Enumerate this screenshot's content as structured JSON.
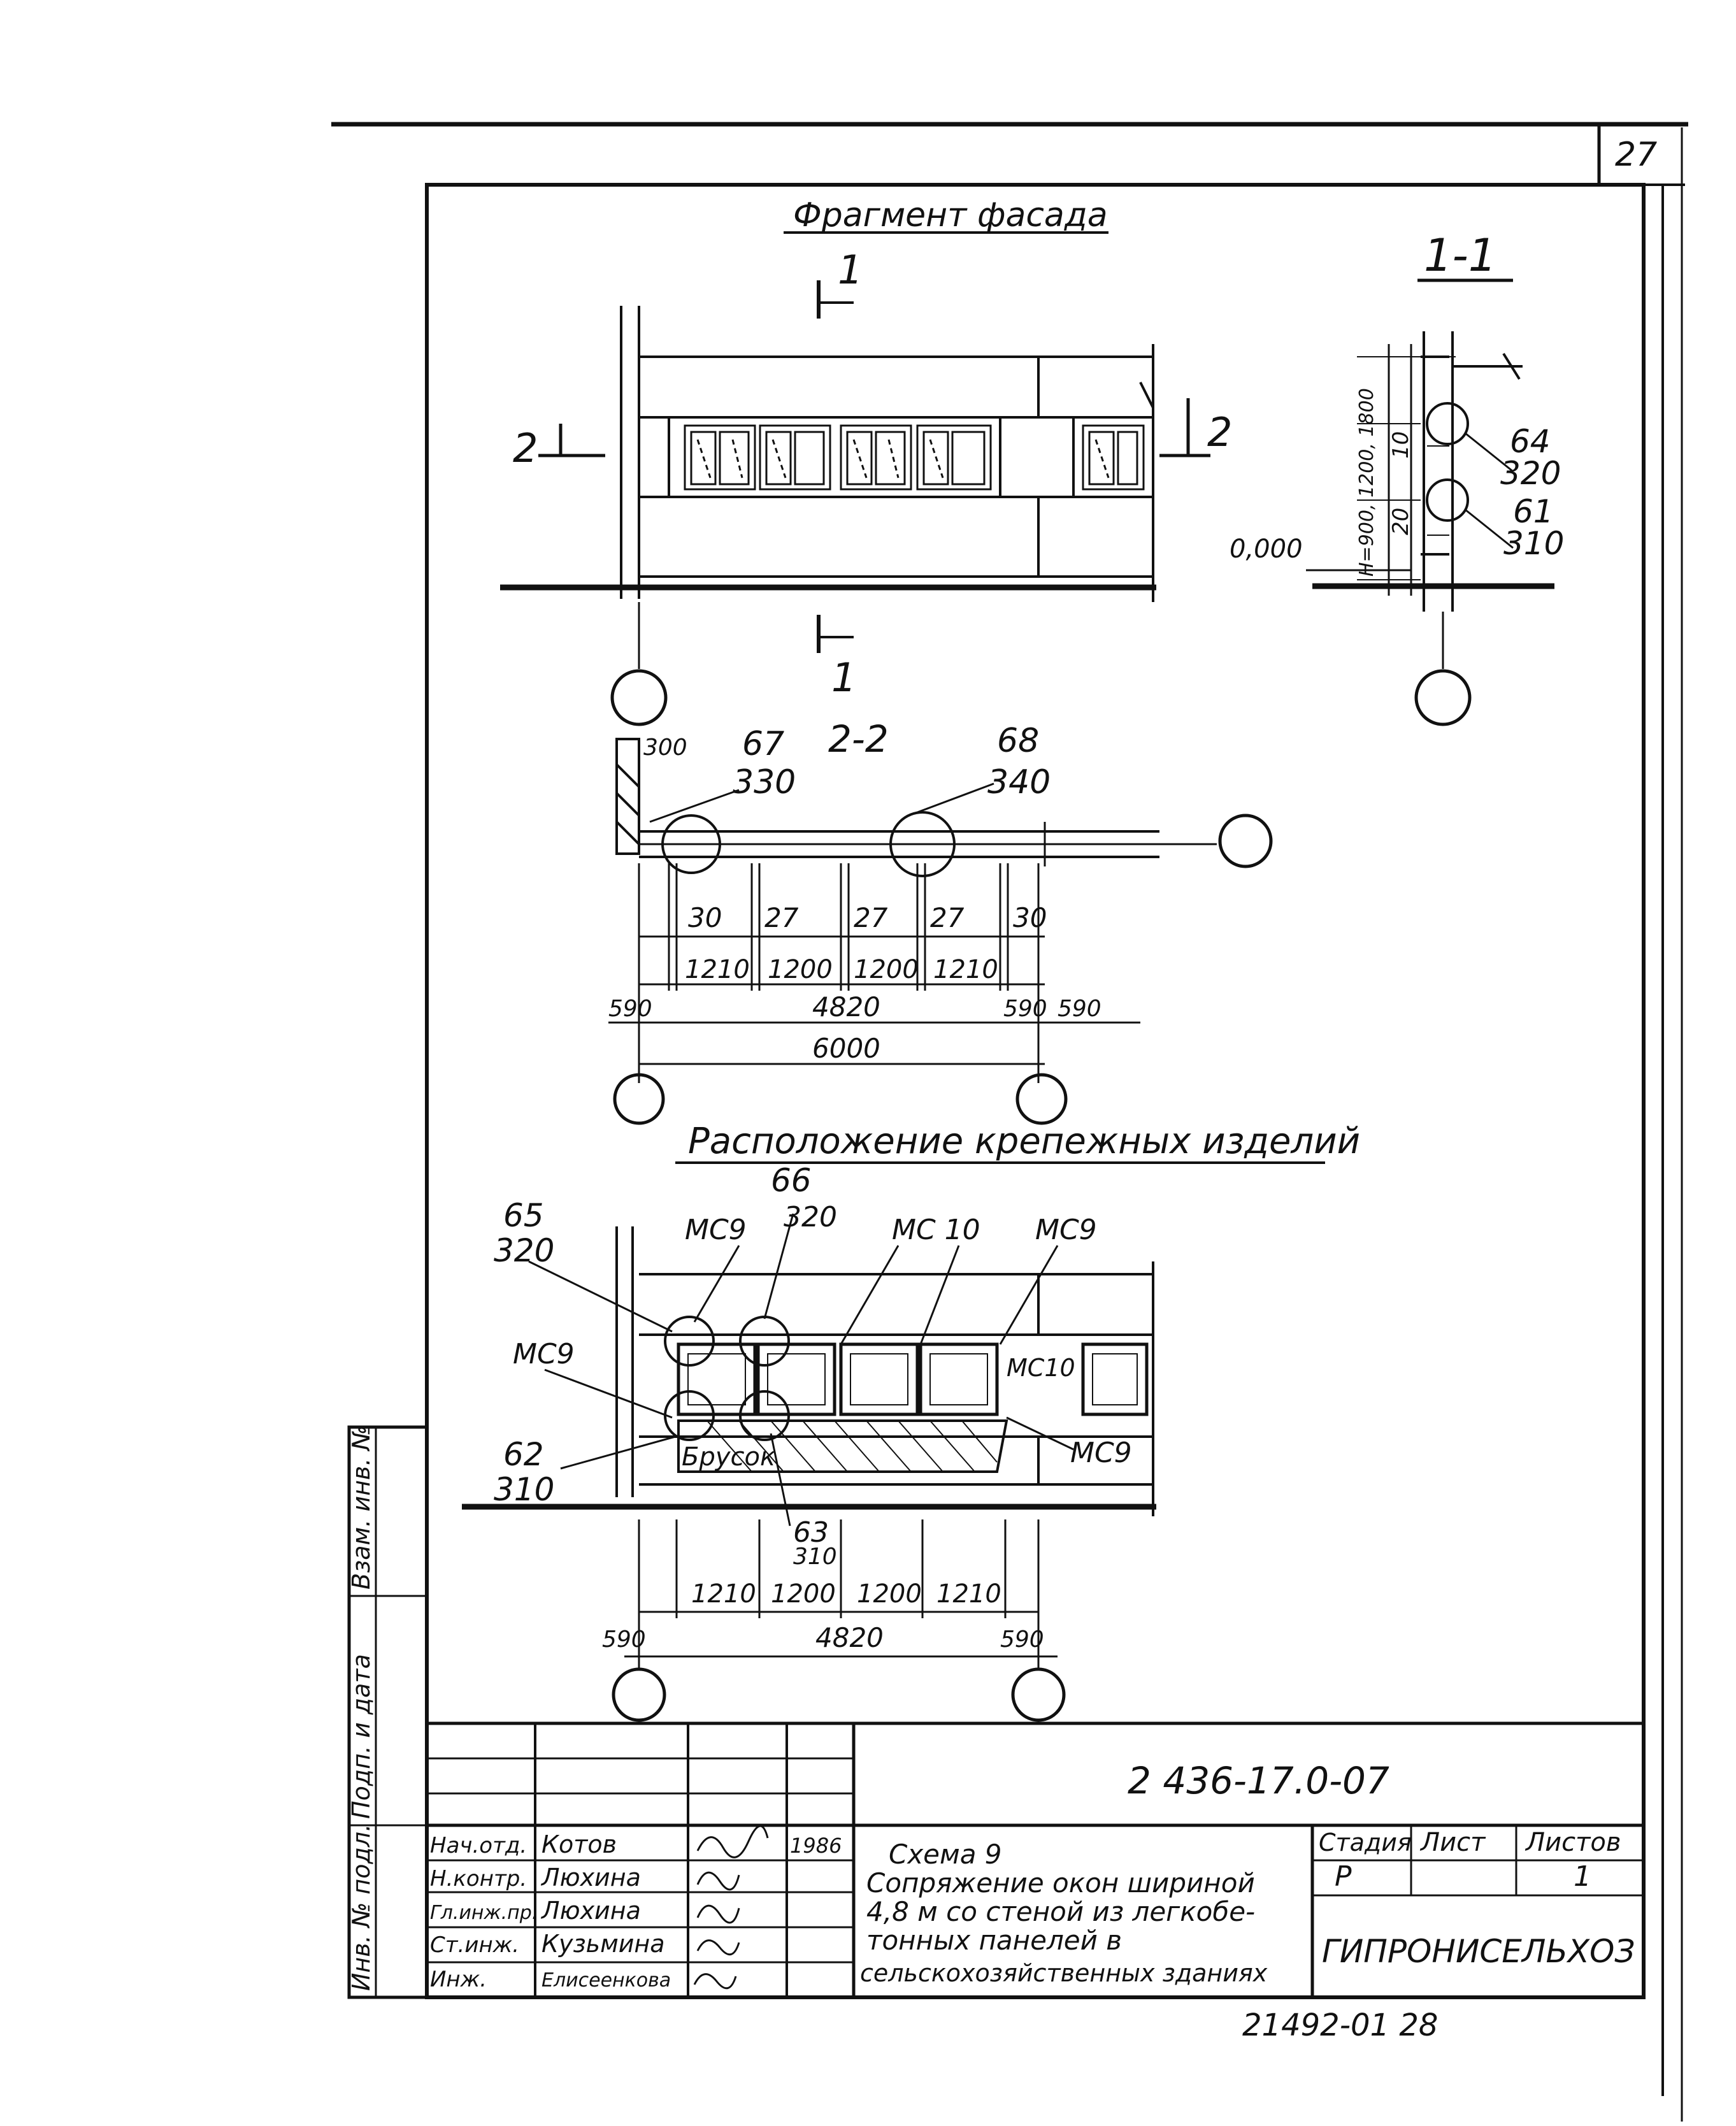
{
  "sheet": {
    "page_number": "27",
    "doc_code": "2 436-17.0-07",
    "archive_number": "21492-01 28",
    "organization": "ГИПРОНИСЕЛЬХОЗ",
    "stage_header": "Стадия",
    "sheet_header": "Лист",
    "sheets_header": "Листов",
    "stage": "Р",
    "sheet_total": "1",
    "title_lines": [
      "Схема 9",
      "Сопряжение окон шириной",
      "4,8 м со стеной из легкобе-",
      "тонных панелей в",
      "сельскохозяйственных зданиях"
    ],
    "side_labels": [
      "Инв. № подл.",
      "Подп. и дата",
      "Взам. инв. №"
    ],
    "signatures": [
      {
        "role": "Нач.отд.",
        "name": "Котов",
        "date": "1986"
      },
      {
        "role": "Н.контр.",
        "name": "Люхина",
        "date": ""
      },
      {
        "role": "Гл.инж.пр.",
        "name": "Люхина",
        "date": ""
      },
      {
        "role": "Ст.инж.",
        "name": "Кузьмина",
        "date": ""
      },
      {
        "role": "Инж.",
        "name": "Елисеенкова",
        "date": ""
      }
    ]
  },
  "facade": {
    "title": "Фрагмент фасада",
    "section_mark_1": "1",
    "section_mark_2": "2"
  },
  "section_1_1": {
    "title": "1-1",
    "level_mark": "0,000",
    "vertical_dims": "Н=900, 1200, 1800",
    "dim_20": "20",
    "dim_10": "10",
    "node_64": "64",
    "sheet_64": "320",
    "node_61": "61",
    "sheet_61": "310"
  },
  "section_2_2": {
    "title": "2-2",
    "dim_top": "300",
    "node_67": "67",
    "sheet_67": "330",
    "node_68": "68",
    "sheet_68": "340",
    "gaps": [
      "30",
      "27",
      "27",
      "27",
      "30"
    ],
    "spans": [
      "1210",
      "1200",
      "1200",
      "1210"
    ],
    "left_offset": "590",
    "total_window": "4820",
    "right_offsets": [
      "590",
      "590"
    ],
    "total": "6000"
  },
  "fasteners": {
    "title": "Расположение крепежных изделий",
    "node_65": "65",
    "sheet_65": "320",
    "node_66": "66",
    "sheet_66": "320",
    "node_62": "62",
    "sheet_62": "310",
    "node_63": "63",
    "sheet_63": "310",
    "mc9": "МС9",
    "mc10": "МС 10",
    "mc10b": "МС10",
    "brusok": "Брусок",
    "spans": [
      "1210",
      "1200",
      "1200",
      "1210"
    ],
    "left_offset": "590",
    "right_offset": "590",
    "total_window": "4820"
  }
}
